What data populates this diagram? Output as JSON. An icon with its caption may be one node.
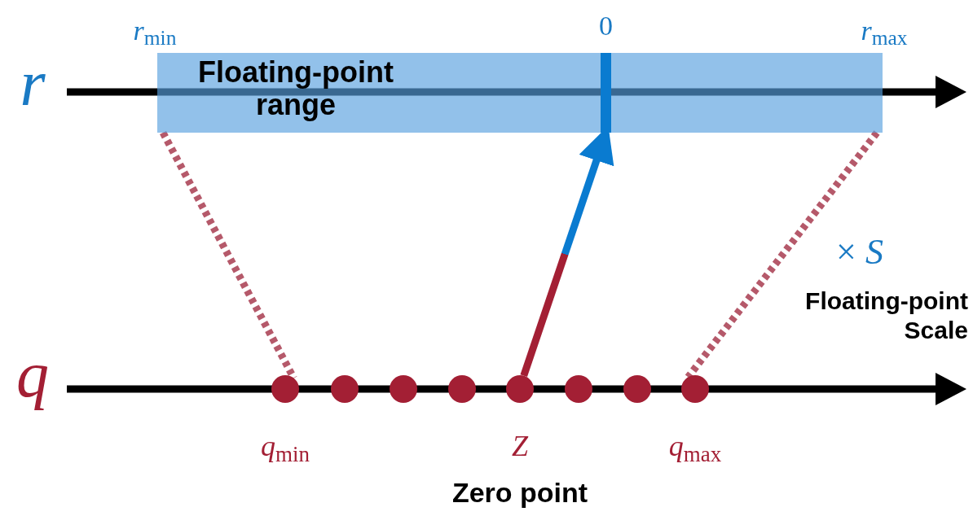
{
  "diagram": {
    "nodes": [
      {
        "text": [
          "Floating-point range"
        ]
      },
      {
        "text": [],
        "shape": "bar",
        "in": 0,
        "beside": [
          "0"
        ]
      },
      {
        "text": [],
        "shape": "circle",
        "beside": [
          "*q*$_{min}$"
        ]
      },
      {
        "text": [],
        "shape": "circle"
      },
      {
        "text": [],
        "shape": "circle"
      },
      {
        "text": [],
        "shape": "circle"
      },
      {
        "text": [],
        "shape": "circle",
        "beside": [
          "*Z*",
          "Zero point"
        ]
      },
      {
        "text": [],
        "shape": "circle"
      },
      {
        "text": [],
        "shape": "circle"
      },
      {
        "text": [],
        "shape": "circle",
        "beside": [
          "*q*$_{max}$"
        ]
      }
    ],
    "edges": [
      {
        "from": 0,
        "to": 2,
        "arrow": "none",
        "style": "dashed",
        "color": "#b5596a"
      },
      {
        "from": 0,
        "to": 9,
        "arrow": "none",
        "style": "dashed",
        "color": "#b5596a"
      },
      {
        "from": 6,
        "to": 1,
        "arrow": "to"
      }
    ],
    "labels": [
      "*r*$_{min}$",
      "*r*$_{max}$",
      "*r*",
      "*q*",
      "× *S*",
      "Floating-point Scale"
    ]
  }
}
